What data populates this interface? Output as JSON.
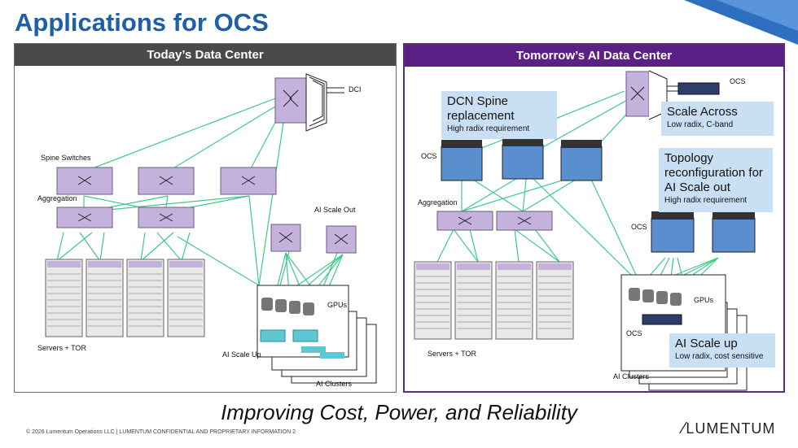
{
  "slide": {
    "title": "Applications for OCS",
    "tagline": "Improving Cost, Power, and Reliability",
    "footer": "© 2026 Lumentum Operations LLC  |  LUMENTUM CONFIDENTIAL AND PROPRIETARY INFORMATION        2",
    "logo": "LUMENTUM"
  },
  "colors": {
    "title": "#1f5fa8",
    "left_header": "#4a4a4a",
    "right_header": "#5b1f86",
    "switch_fill": "#c4b2dc",
    "link_green": "#3ec98a",
    "callout": "#c9dff3"
  },
  "left": {
    "header": "Today’s Data Center",
    "labels": {
      "dci": "DCI",
      "spine": "Spine Switches",
      "aggregation": "Aggregation",
      "scale_out": "AI Scale Out",
      "gpus": "GPUs",
      "servers": "Servers + TOR",
      "scale_up": "AI Scale Up",
      "clusters": "AI Clusters"
    }
  },
  "right": {
    "header": "Tomorrow’s AI Data Center",
    "labels": {
      "ocs_top": "OCS",
      "ocs_spine": "OCS",
      "aggregation": "Aggregation",
      "ocs_topology": "OCS",
      "gpus": "GPUs",
      "ocs_cluster": "OCS",
      "servers": "Servers + TOR",
      "clusters": "AI Clusters"
    },
    "callouts": {
      "dcn": {
        "title": "DCN Spine replacement",
        "sub": "High radix requirement"
      },
      "scale_across": {
        "title": "Scale Across",
        "sub": "Low radix, C-band"
      },
      "topology": {
        "title": "Topology reconfiguration for AI Scale out",
        "sub": "High radix requirement"
      },
      "scale_up": {
        "title": "AI Scale up",
        "sub": "Low radix, cost sensitive"
      }
    }
  }
}
